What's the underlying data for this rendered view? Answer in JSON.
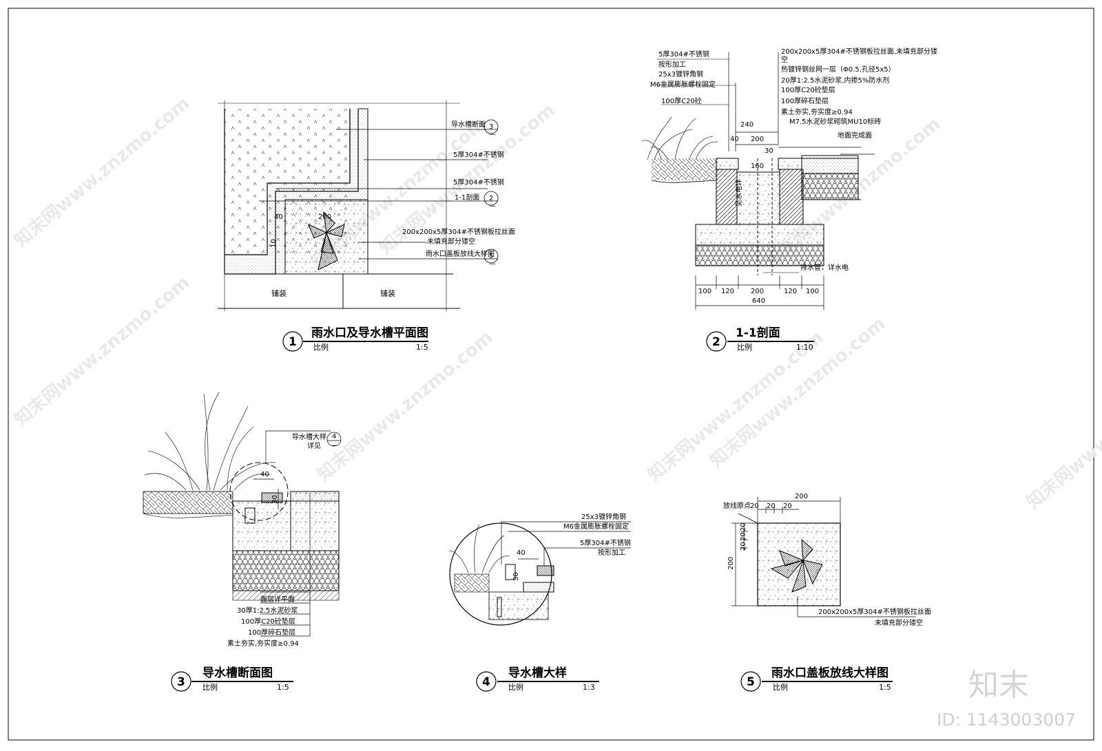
{
  "watermark": {
    "brand": "知末",
    "id": "ID: 1143003007",
    "tile": "知末网www.znzmo.com"
  },
  "views": [
    {
      "num": "1",
      "title": "雨水口及导水槽平面图",
      "scale_label": "比例",
      "scale": "1:5",
      "dims": [
        "40",
        "200",
        "10"
      ],
      "labels": {
        "paving_a": "铺装",
        "paving_b": "铺装",
        "callout_3": "导水槽断面",
        "callout_3_num": "3",
        "steel_1": "5厚304#不锈钢",
        "steel_2": "5厚304#不锈钢",
        "callout_2": "1-1剖面",
        "callout_2_num": "2",
        "cover_1": "200x200x5厚304#不锈钢板拉丝面",
        "cover_2": "未填充部分镂空",
        "callout_5": "雨水口盖板放线大样图",
        "callout_5_num": "5",
        "dash": "—"
      }
    },
    {
      "num": "2",
      "title": "1-1剖面",
      "scale_label": "比例",
      "scale": "1:10",
      "left_notes": [
        "5厚304#不锈钢",
        "按形加工",
        "25x3镀锌角钢",
        "M6金属膨胀螺栓固定",
        "100厚C20砼"
      ],
      "right_notes": [
        "200x200x5厚304#不锈钢板拉丝面,未填充部分镂",
        "空",
        "热镀锌钢丝网一层（Φ0.5,孔径5x5）",
        "20厚1:2.5水泥砂浆,内掺5%防水剂",
        "100厚C20砼垫层",
        "100厚碎石垫层",
        "素土夯实,夯实度≥0.94",
        "M7.5水泥砂浆砌筑MU10标砖",
        "地面完成面"
      ],
      "dims_top": [
        "240",
        "200",
        "40",
        "30",
        "160"
      ],
      "inner_note": "见水电详",
      "pipe_note": "排水管，详水电",
      "dims_bottom": [
        "100",
        "120",
        "200",
        "120",
        "100"
      ],
      "total": "640"
    },
    {
      "num": "3",
      "title": "导水槽断面图",
      "scale_label": "比例",
      "scale": "1:5",
      "callout_label": "导水槽大样",
      "callout_num": "4",
      "callout_sub": "详见",
      "dash": "—",
      "dims": [
        "40",
        "30"
      ],
      "layers": [
        "面层详平面",
        "30厚1:2.5水泥砂浆",
        "100厚C20砼垫层",
        "100厚碎石垫层",
        "素土夯实,夯实度≥0.94"
      ]
    },
    {
      "num": "4",
      "title": "导水槽大样",
      "scale_label": "比例",
      "scale": "1:3",
      "notes": [
        "25x3镀锌角钢",
        "M6金属膨胀螺栓固定",
        "5厚304#不锈钢",
        "按形加工"
      ],
      "dims": [
        "40",
        "30"
      ]
    },
    {
      "num": "5",
      "title": "雨水口盖板放线大样图",
      "scale_label": "比例",
      "scale": "1:5",
      "origin_label": "放线原点",
      "dims_top": [
        "200",
        "20",
        "20",
        "20"
      ],
      "dims_left": [
        "20",
        "20",
        "20",
        "200"
      ],
      "notes": [
        "200x200x5厚304#不锈钢板拉丝面",
        "未填充部分镂空"
      ]
    }
  ]
}
